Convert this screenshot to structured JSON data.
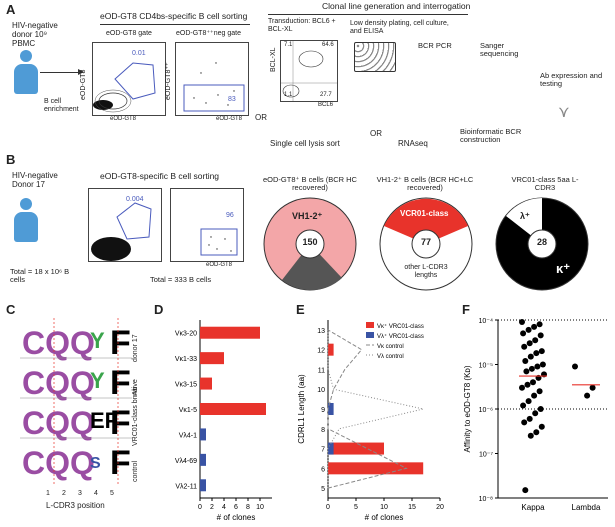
{
  "panelA": {
    "label": "A",
    "donor": "HIV-negative donor 10⁹ PBMC",
    "enrichment": "B cell enrichment",
    "sort_title": "eOD-GT8 CD4bs-specific B cell sorting",
    "gate1_title": "eOD-GT8 gate",
    "gate2_title": "eOD-GT8⁺⁺neg gate",
    "gate1_value": "0.01",
    "gate2_value": "83",
    "axis_y1": "eOD-GT8",
    "axis_x1": "eOD-GT8",
    "axis_y2": "eOD-GT8⁺⁺",
    "axis_x2": "eOD-GT8",
    "or1": "OR",
    "clonal_title": "Clonal line generation and interrogation",
    "transduction": "Transduction: BCL6 + BCL-XL",
    "lowdensity": "Low density plating, cell culture, and ELISA",
    "bcl_y": "BCL-XL",
    "bcl_x": "BCL6",
    "q1": "7.1",
    "q2": "64.6",
    "q3": "1.1",
    "q4": "27.7",
    "bcr_pcr": "BCR PCR",
    "sanger": "Sanger sequencing",
    "ab_expr": "Ab expression and testing",
    "single_cell": "Single cell lysis sort",
    "or2": "OR",
    "rnaseq": "RNAseq",
    "bioinfo": "Bioinformatic BCR construction"
  },
  "panelB": {
    "label": "B",
    "donor": "HIV-negative Donor 17",
    "total_cells": "Total = 18 x 10⁶ B cells",
    "sort_title": "eOD-GT8-specific B cell sorting",
    "gate1_value": "0.004",
    "gate2_value": "96",
    "axis_x": "eOD-GT8",
    "total_b": "Total = 333 B cells",
    "pie1_title": "eOD-GT8⁺ B cells (BCR HC recovered)",
    "pie1_center": "150",
    "pie1_label": "VH1-2⁺",
    "pie2_title": "VH1-2⁺ B cells (BCR HC+LC recovered)",
    "pie2_center": "77",
    "pie2_label": "VCR01-class",
    "pie2_note": "other L-CDR3 lengths",
    "pie3_title": "VRC01-class 5aa L-CDR3",
    "pie3_center": "28",
    "pie3_lambda": "λ⁺",
    "pie3_kappa": "κ⁺"
  },
  "panelC": {
    "label": "C",
    "rows": [
      "donor 17",
      "naive",
      "VRC01-class bnAb",
      "control"
    ],
    "xlabel": "L-CDR3 position",
    "positions": [
      "1",
      "2",
      "3",
      "4",
      "5"
    ]
  },
  "panelD": {
    "label": "D",
    "xlabel": "# of clones"
  },
  "panelE": {
    "label": "E",
    "xlabel": "# of clones",
    "ylabel": "CDRL1 Length (aa)",
    "legend": [
      "Vκ⁺ VRC01-class",
      "Vλ⁺ VRC01-class",
      "Vκ control",
      "Vλ control"
    ]
  },
  "panelF": {
    "label": "F",
    "ylabel": "Affinity to eOD-GT8 (Kᴅ)"
  },
  "chart_data": [
    {
      "type": "bar",
      "panel": "D",
      "orientation": "horizontal",
      "categories": [
        "Vκ3-20",
        "Vκ1-33",
        "Vκ3-15",
        "Vκ1-5",
        "Vλ4-1",
        "Vλ4-69",
        "Vλ2-11"
      ],
      "values": [
        10,
        4,
        2,
        11,
        1,
        1,
        1
      ],
      "colors": [
        "#e8332b",
        "#e8332b",
        "#e8332b",
        "#e8332b",
        "#3953a4",
        "#3953a4",
        "#3953a4"
      ],
      "xlabel": "# of clones",
      "xlim": [
        0,
        12
      ],
      "xticks": [
        "0",
        "2",
        "4",
        "6",
        "8",
        "10"
      ]
    },
    {
      "type": "bar",
      "panel": "E",
      "orientation": "horizontal",
      "categories": [
        "5",
        "6",
        "7",
        "8",
        "9",
        "10",
        "11",
        "12",
        "13"
      ],
      "series": [
        {
          "name": "Vκ⁺ VRC01-class",
          "color": "#e8332b",
          "values": [
            0,
            17,
            10,
            0,
            0,
            0,
            0,
            1,
            0
          ]
        },
        {
          "name": "Vλ⁺ VRC01-class",
          "color": "#3953a4",
          "values": [
            0,
            0,
            1,
            0,
            1,
            0,
            0,
            0,
            0
          ]
        }
      ],
      "controls": [
        {
          "name": "Vκ control",
          "style": "dashed",
          "values": [
            0,
            14,
            7,
            0,
            0,
            1,
            3,
            6,
            0
          ]
        },
        {
          "name": "Vλ control",
          "style": "dotted",
          "values": [
            0,
            0,
            0,
            2,
            17,
            1,
            0,
            0,
            0
          ]
        }
      ],
      "xlabel": "# of clones",
      "ylabel": "CDRL1 Length (aa)",
      "xlim": [
        0,
        20
      ],
      "xticks": [
        "0",
        "5",
        "10",
        "15",
        "20"
      ],
      "yticks": [
        "5",
        "6",
        "7",
        "8",
        "9",
        "10",
        "11",
        "12",
        "13"
      ]
    },
    {
      "type": "scatter",
      "panel": "F",
      "categories": [
        "Kappa",
        "Lambda"
      ],
      "yscale": "log",
      "ylim": [
        1e-08,
        0.0001
      ],
      "yticks": [
        "10⁻⁸",
        "10⁻⁷",
        "10⁻⁶",
        "10⁻⁵",
        "10⁻⁴"
      ],
      "series": [
        {
          "name": "Kappa",
          "values": [
            9e-05,
            8e-05,
            7e-05,
            6e-05,
            5e-05,
            4.5e-05,
            3.5e-05,
            3e-05,
            2.5e-05,
            2e-05,
            1.8e-05,
            1.5e-05,
            1.2e-05,
            1e-05,
            9e-06,
            8e-06,
            7e-06,
            6e-06,
            5e-06,
            4e-06,
            3.5e-06,
            3e-06,
            2.5e-06,
            2e-06,
            1.5e-06,
            1.2e-06,
            1e-06,
            8e-07,
            6e-07,
            5e-07,
            4e-07,
            3e-07,
            2.5e-07,
            1.5e-08
          ],
          "mean": 5.5e-06
        },
        {
          "name": "Lambda",
          "values": [
            9e-06,
            3e-06,
            2e-06
          ],
          "mean": 3.5e-06
        }
      ],
      "hlines": [
        0.0001,
        1e-06
      ]
    }
  ]
}
